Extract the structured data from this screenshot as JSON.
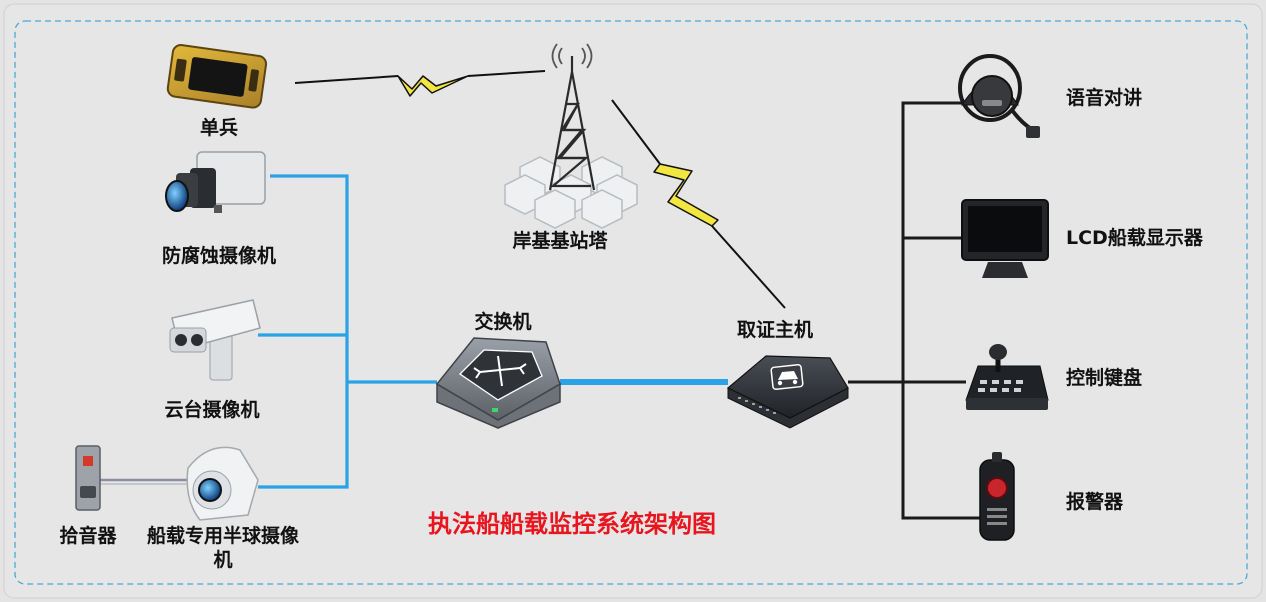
{
  "diagram": {
    "title": "执法船船载监控系统架构图",
    "colors": {
      "background": "#e4e4e4",
      "frame_dash": "#4aa8d8",
      "ethernet_link": "#29a3e6",
      "peripheral_link": "#1a1a1a",
      "wireless_bolt": "#f2e640",
      "title": "#e8141e"
    },
    "nodes": {
      "soldier": {
        "label": "单兵",
        "icon": "handheld-terminal-icon"
      },
      "anticorrosion_camera": {
        "label": "防腐蚀摄像机",
        "icon": "box-camera-icon"
      },
      "ptz_camera": {
        "label": "云台摄像机",
        "icon": "ptz-camera-icon"
      },
      "pickup": {
        "label": "拾音器",
        "icon": "microphone-pickup-icon"
      },
      "dome_camera": {
        "label": "船载专用半球摄像机",
        "icon": "dome-camera-icon"
      },
      "base_station": {
        "label": "岸基基站塔",
        "icon": "cell-tower-icon"
      },
      "switch": {
        "label": "交换机",
        "icon": "network-switch-icon"
      },
      "evidence_host": {
        "label": "取证主机",
        "icon": "dvr-host-icon"
      },
      "intercom": {
        "label": "语音对讲",
        "icon": "intercom-speaker-icon"
      },
      "lcd_display": {
        "label": "LCD船载显示器",
        "icon": "lcd-monitor-icon"
      },
      "control_keyboard": {
        "label": "控制键盘",
        "icon": "joystick-keyboard-icon"
      },
      "alarm": {
        "label": "报警器",
        "icon": "alarm-button-icon"
      }
    }
  }
}
